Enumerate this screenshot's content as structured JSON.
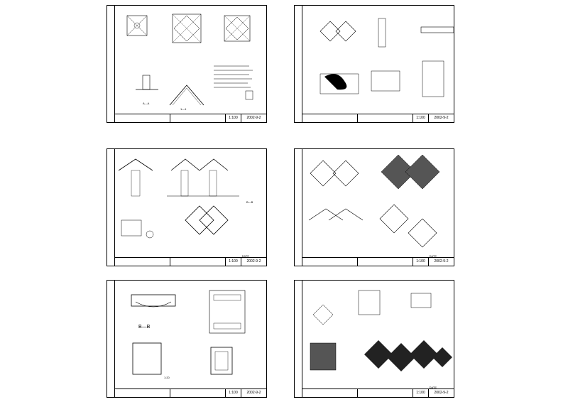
{
  "sheets": [
    {
      "scale": "1:100",
      "date": "2002-9-2",
      "labels": [
        "A—A",
        "1—1"
      ]
    },
    {
      "scale": "1:100",
      "date": "2002-9-2",
      "labels": []
    },
    {
      "scale": "1:100",
      "date": "2002-9-2",
      "date_label": "DATE",
      "labels": [
        "B—B"
      ]
    },
    {
      "scale": "1:100",
      "date": "2002-9-2",
      "date_label": "DATE",
      "labels": []
    },
    {
      "scale": "1:100",
      "date": "2002-9-2",
      "labels": [
        "B—B",
        "1:20"
      ]
    },
    {
      "scale": "1:100",
      "date": "2002-9-2",
      "date_label": "DATE",
      "labels": []
    }
  ]
}
